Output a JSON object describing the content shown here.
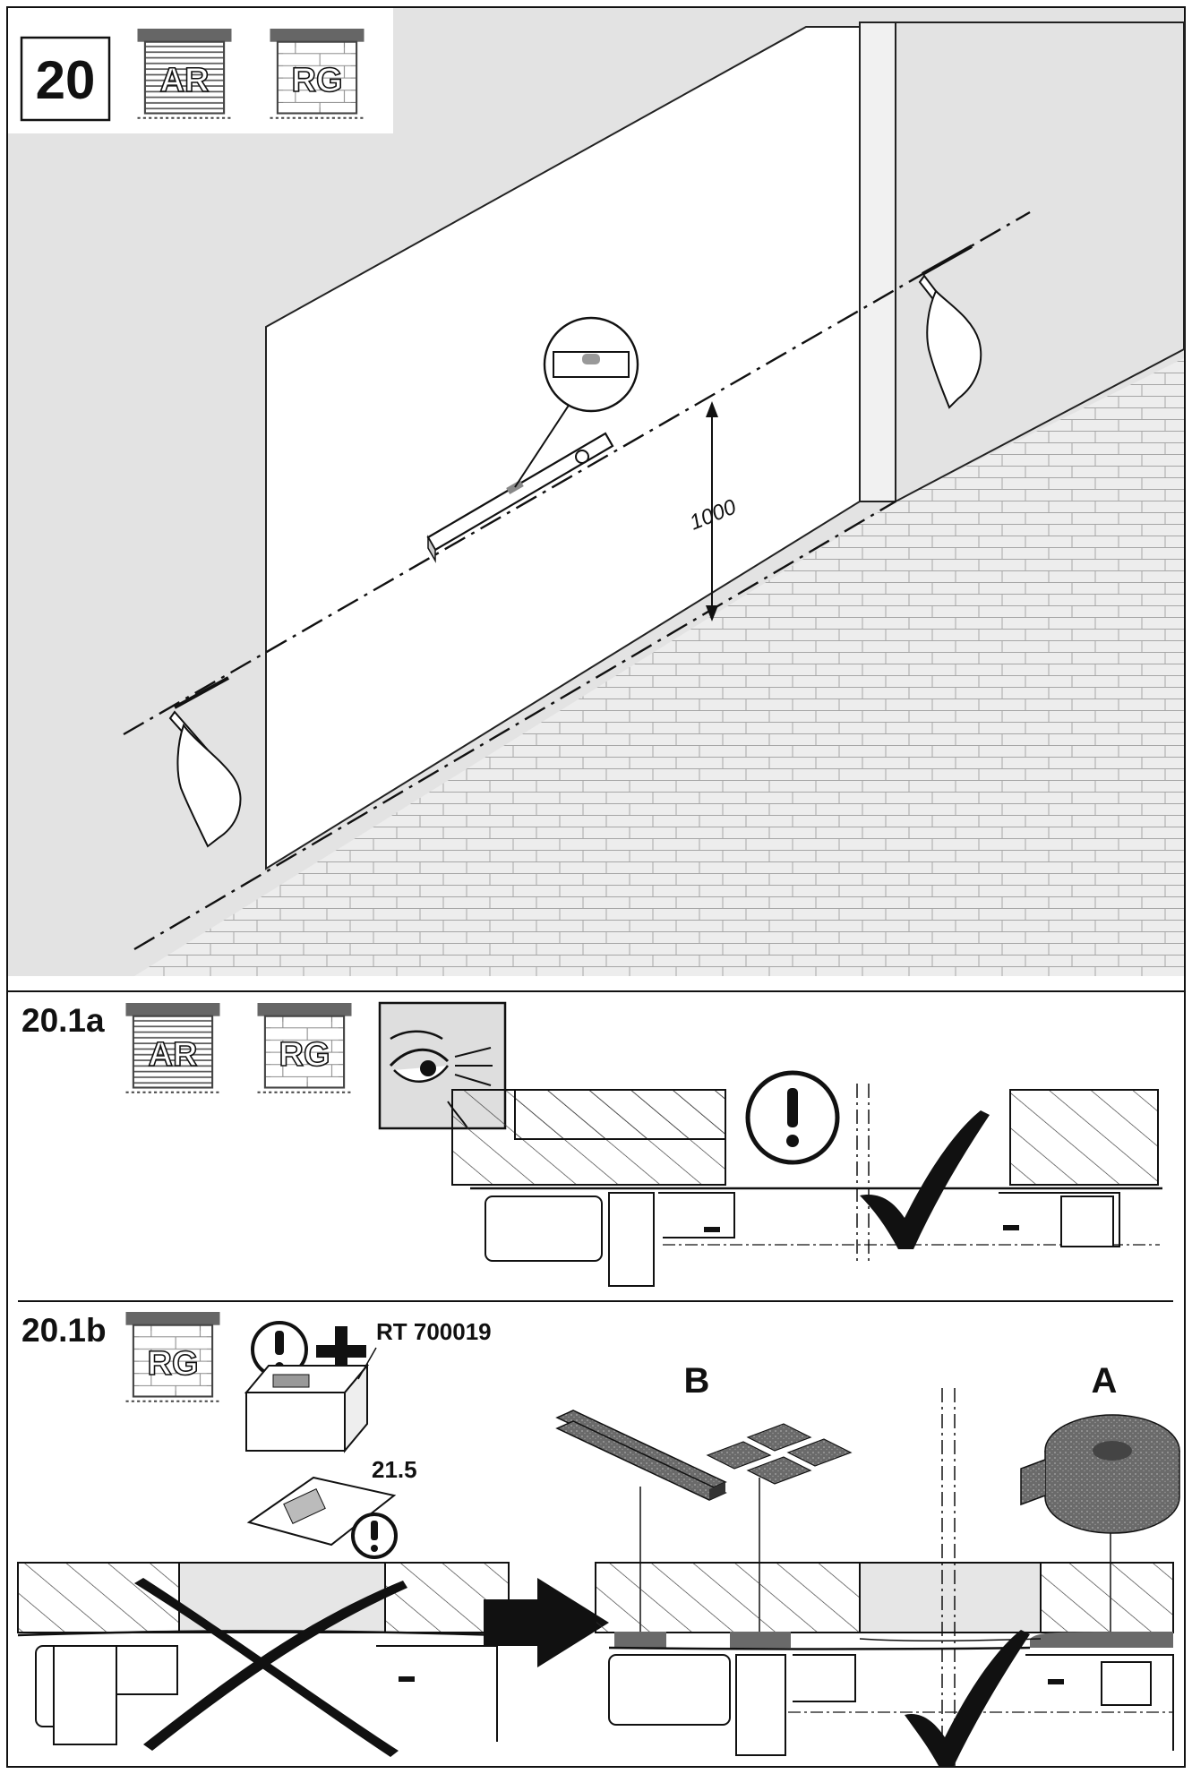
{
  "panels": {
    "main": {
      "label": "20",
      "dimension": "1000"
    },
    "step_a": {
      "label": "20.1a"
    },
    "step_b": {
      "label": "20.1b",
      "accessory_code": "RT 700019",
      "reference": "21.5",
      "item_b": "B",
      "item_a": "A"
    }
  },
  "icons": {
    "door_ar": "AR",
    "door_rg": "RG"
  },
  "colors": {
    "background_grey": "#e3e3e3",
    "line": "#111111",
    "hatch": "#333333",
    "seal": "#6a6a6a"
  }
}
